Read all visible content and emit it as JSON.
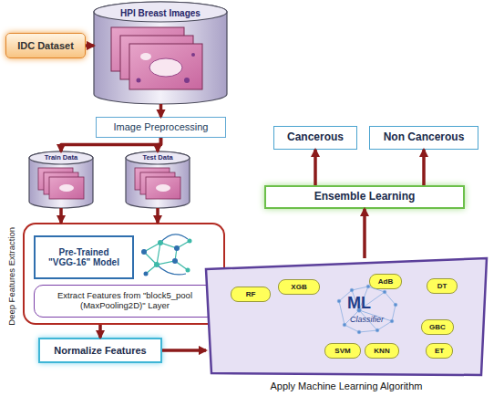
{
  "diagram": {
    "nodes": [
      {
        "text": [
          "IDC Dataset"
        ]
      },
      {
        "text": [
          "HPI Breast Images"
        ]
      },
      {
        "text": [
          "Image Preprocessing"
        ]
      },
      {
        "text": [
          "Train Data"
        ]
      },
      {
        "text": [
          "Test Data"
        ]
      },
      {
        "text": [
          "Deep Features Extraction"
        ]
      },
      {
        "text": [
          "Pre-Trained \"VGG-16\" Model"
        ],
        "in": 5
      },
      {
        "text": [
          "Extract Features from \"block5_pool (MaxPooling2D)\" Layer"
        ],
        "in": 5
      },
      {
        "text": [
          "Normalize Features"
        ]
      },
      {
        "text": [
          "Apply Machine Learning Algorithm"
        ]
      },
      {
        "text": [
          "RF"
        ],
        "in": 9
      },
      {
        "text": [
          "XGB"
        ],
        "in": 9
      },
      {
        "text": [
          "AdB"
        ],
        "in": 9
      },
      {
        "text": [
          "DT"
        ],
        "in": 9
      },
      {
        "text": [
          "GBC"
        ],
        "in": 9
      },
      {
        "text": [
          "ET"
        ],
        "in": 9
      },
      {
        "text": [
          "SVM"
        ],
        "in": 9
      },
      {
        "text": [
          "KNN"
        ],
        "in": 9
      },
      {
        "text": [
          "Ensemble Learning"
        ]
      },
      {
        "text": [
          "Cancerous"
        ]
      },
      {
        "text": [
          "Non Cancerous"
        ]
      }
    ],
    "edges": [
      {
        "from": 0,
        "to": 1,
        "arrow": "to"
      },
      {
        "from": 1,
        "to": 2,
        "arrow": "to"
      },
      {
        "from": 2,
        "to": 3,
        "arrow": "to"
      },
      {
        "from": 2,
        "to": 4,
        "arrow": "to"
      },
      {
        "from": 3,
        "to": 5,
        "arrow": "to"
      },
      {
        "from": 4,
        "to": 5,
        "arrow": "to"
      },
      {
        "from": 5,
        "to": 8,
        "arrow": "to"
      },
      {
        "from": 8,
        "to": 9,
        "arrow": "to"
      },
      {
        "from": 9,
        "to": 18,
        "arrow": "to"
      },
      {
        "from": 18,
        "to": 19,
        "arrow": "to"
      },
      {
        "from": 18,
        "to": 20,
        "arrow": "to"
      }
    ],
    "labels": [
      "ML",
      "Classifier"
    ]
  }
}
